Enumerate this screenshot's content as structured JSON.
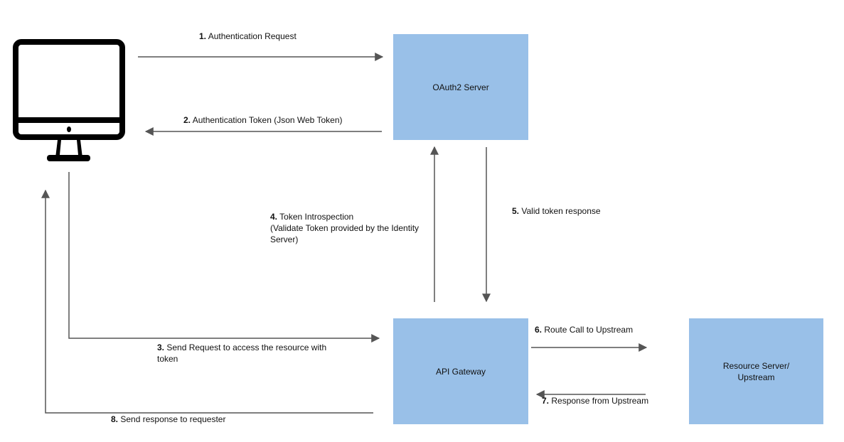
{
  "colors": {
    "box_fill": "#99c0e8",
    "arrow": "#555555",
    "monitor": "#000000"
  },
  "icons": {
    "client": "desktop-monitor-icon"
  },
  "nodes": {
    "oauth": "OAuth2 Server",
    "gateway": "API Gateway",
    "resource_line1": "Resource Server/",
    "resource_line2": "Upstream"
  },
  "edges": [
    {
      "num": "1.",
      "text": "Authentication Request"
    },
    {
      "num": "2.",
      "text": "Authentication Token (Json Web Token)"
    },
    {
      "num": "3.",
      "text": "Send Request to access the resource with",
      "text2": "token"
    },
    {
      "num": "4.",
      "text": "Token Introspection",
      "text2": "(Validate Token provided by the Identity",
      "text3": "Server)"
    },
    {
      "num": "5.",
      "text": "Valid token response"
    },
    {
      "num": "6.",
      "text": "Route Call to Upstream"
    },
    {
      "num": "7.",
      "text": "Response from Upstream"
    },
    {
      "num": "8.",
      "text": "Send response to requester"
    }
  ]
}
